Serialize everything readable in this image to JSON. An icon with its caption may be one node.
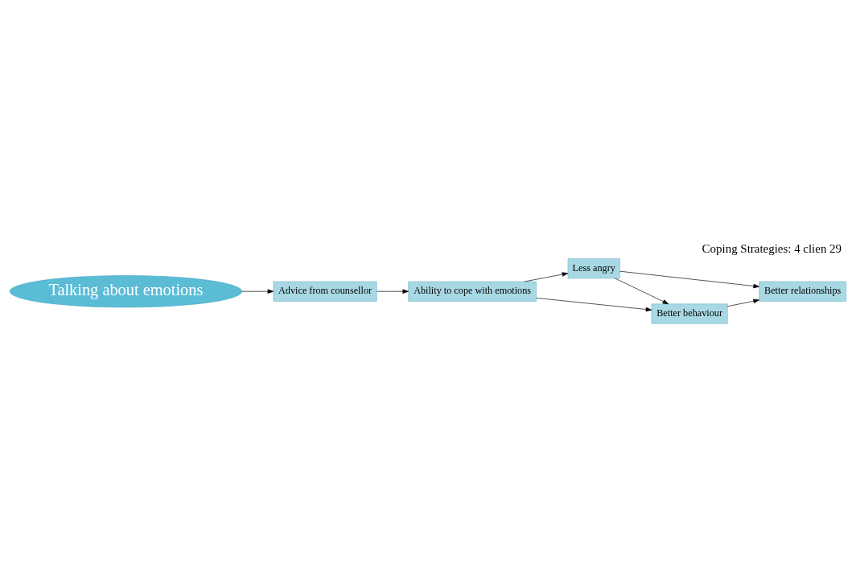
{
  "diagram": {
    "title": "Coping Strategies: 4 clien 29",
    "nodes": [
      {
        "text": [
          "Talking about emotions"
        ]
      },
      {
        "text": [
          "Advice from counsellor"
        ]
      },
      {
        "text": [
          "Ability to cope with emotions"
        ]
      },
      {
        "text": [
          "Better relationships"
        ]
      },
      {
        "text": [
          "Less angry"
        ]
      },
      {
        "text": [
          "Better behaviour"
        ]
      }
    ],
    "edges": [
      {
        "from": 0,
        "to": 1,
        "arrow": "to"
      },
      {
        "from": 1,
        "to": 2,
        "arrow": "to"
      },
      {
        "from": 2,
        "to": 4,
        "arrow": "to"
      },
      {
        "from": 2,
        "to": 5,
        "arrow": "to"
      },
      {
        "from": 4,
        "to": 3,
        "arrow": "to"
      },
      {
        "from": 4,
        "to": 5,
        "arrow": "to"
      },
      {
        "from": 5,
        "to": 3,
        "arrow": "to"
      }
    ]
  }
}
